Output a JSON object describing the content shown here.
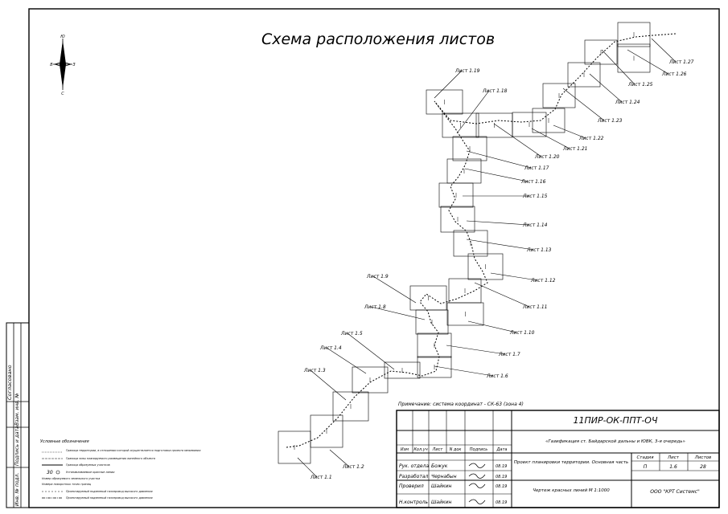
{
  "title": "Схема расположения листов",
  "north": {
    "top": "Ю",
    "left": "В",
    "right": "З",
    "bottom": "С"
  },
  "sheets": [
    {
      "label": "Лист 1.1"
    },
    {
      "label": "Лист 1.2"
    },
    {
      "label": "Лист 1.3"
    },
    {
      "label": "Лист 1.4"
    },
    {
      "label": "Лист 1.5"
    },
    {
      "label": "Лист 1.6"
    },
    {
      "label": "Лист 1.7"
    },
    {
      "label": "Лист 1.8"
    },
    {
      "label": "Лист 1.9"
    },
    {
      "label": "Лист 1.10"
    },
    {
      "label": "Лист 1.11"
    },
    {
      "label": "Лист 1.12"
    },
    {
      "label": "Лист 1.13"
    },
    {
      "label": "Лист 1.14"
    },
    {
      "label": "Лист 1.15"
    },
    {
      "label": "Лист 1.16"
    },
    {
      "label": "Лист 1.17"
    },
    {
      "label": "Лист 1.18"
    },
    {
      "label": "Лист 1.19"
    },
    {
      "label": "Лист 1.20"
    },
    {
      "label": "Лист 1.21"
    },
    {
      "label": "Лист 1.22"
    },
    {
      "label": "Лист 1.23"
    },
    {
      "label": "Лист 1.24"
    },
    {
      "label": "Лист 1.25"
    },
    {
      "label": "Лист 1.26"
    },
    {
      "label": "Лист 1.27"
    }
  ],
  "note": "Примечание: система координат - СК-63 (зона 4)",
  "legend": {
    "title": "Условные обозначения",
    "items": [
      "Граница территории, в отношении которой осуществляется подготовка проекта межевания",
      "Граница зоны планируемого размещения линейного объекта",
      "Граница образуемых участков",
      "Устанавливаемые красные линии",
      "Номер образуемого земельного участка",
      "Номера поворотных точек границ",
      "Проектируемый подземный газопровод высокого давления",
      "Проектируемый надземный газопровод высокого давления"
    ],
    "sample_number": "30"
  },
  "side_stamp": {
    "col1": "Инв. № подл.",
    "col2": "Подпись и дата",
    "col3": "Взам. инв. №",
    "top": "Согласовано"
  },
  "title_block": {
    "code": "11ПИР-ОК-ППТ-ОЧ",
    "project": "«Газификация ст. Байдарской дальны и ЮВК, 3-я очередь»",
    "headers": [
      "Изм",
      "Кол.уч",
      "Лист",
      "N док",
      "Подпись",
      "Дата"
    ],
    "rows": [
      {
        "role": "Рук. отдела",
        "name": "Божук",
        "date": "08.19"
      },
      {
        "role": "Разработал",
        "name": "Чернабын",
        "date": "08.19"
      },
      {
        "role": "Проверил",
        "name": "Шайкин",
        "date": "08.19"
      },
      {
        "role": "Н.контроль",
        "name": "Шайкин",
        "date": "08.19"
      }
    ],
    "stage_title": "Проект планировки территории. Основная часть",
    "stage_label": "Стадия",
    "sheet_label": "Лист",
    "sheets_label": "Листов",
    "stage": "П",
    "sheet": "1.6",
    "sheets": "28",
    "drawing": "Чертеж красных линий М 1:1000",
    "company": "ООО \"КРТ Системс\""
  }
}
